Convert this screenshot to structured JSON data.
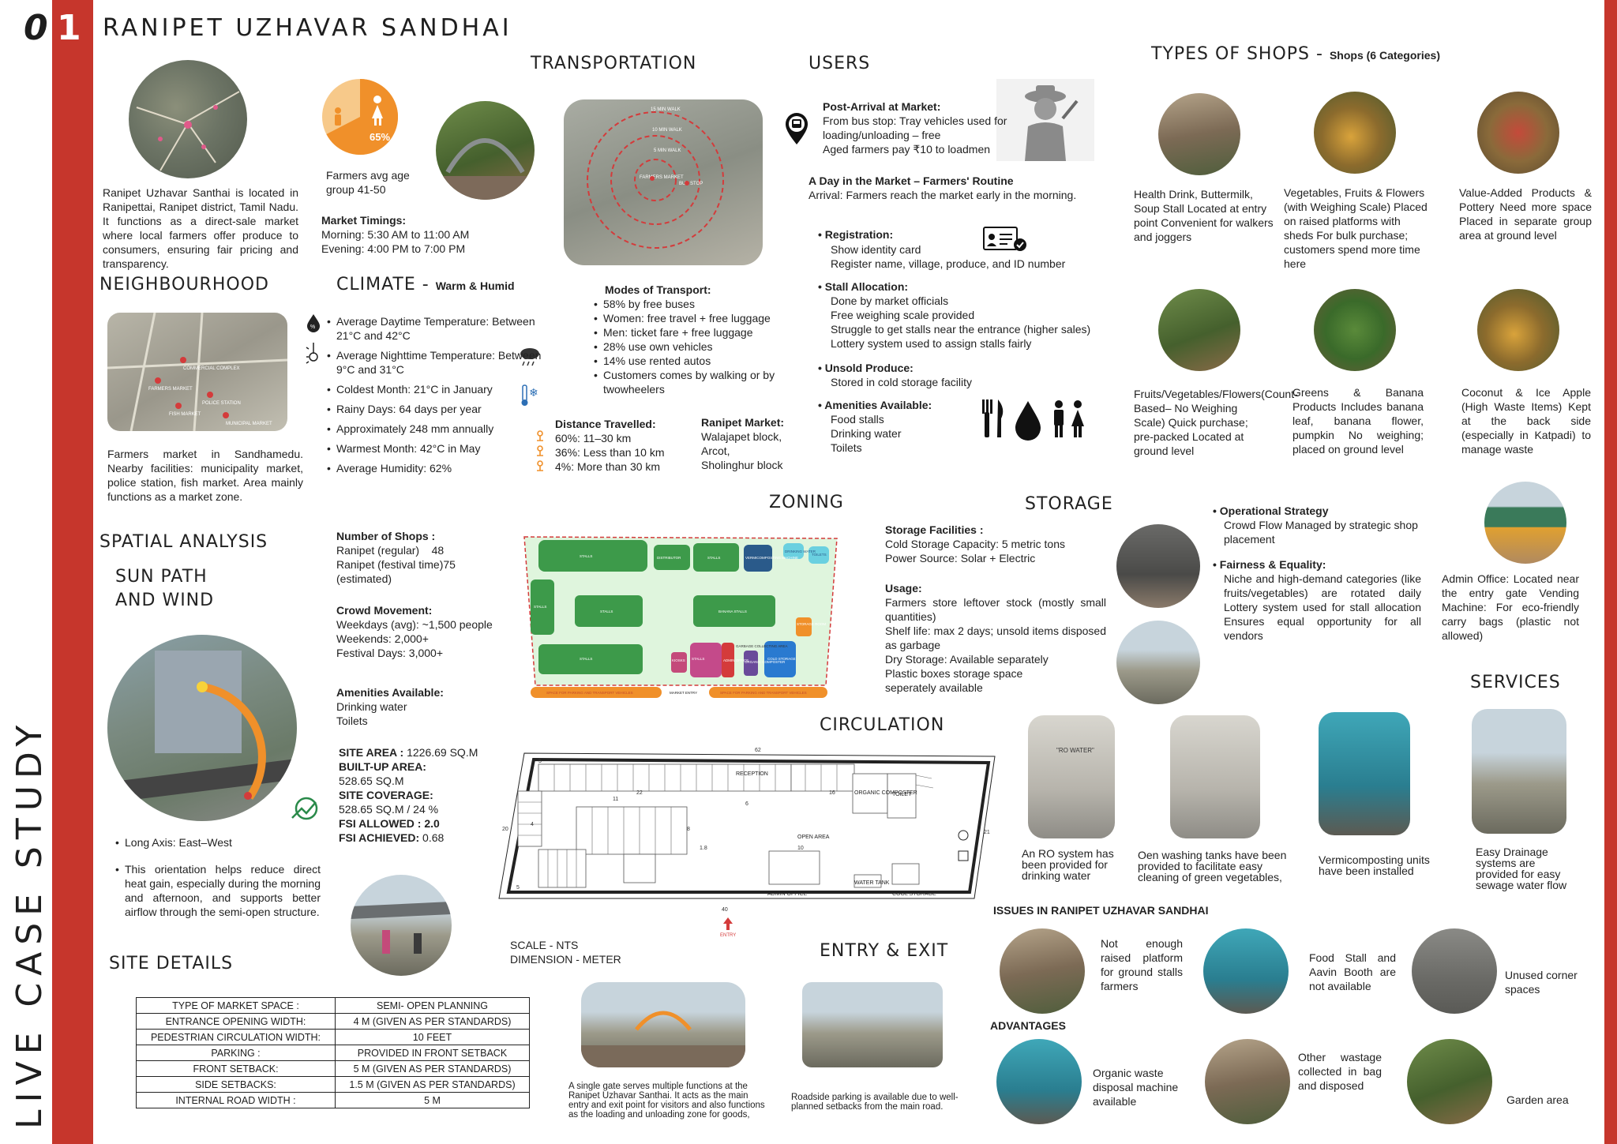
{
  "header": {
    "number": "01",
    "title": "RANIPET UZHAVAR SANDHAI",
    "vertical_title": "LIVE CASE STUDY"
  },
  "location": {
    "text": "Ranipet Uzhavar Santhai is located in Ranipettai, Ranipet district, Tamil Nadu. It functions as a direct-sale market where local farmers offer produce to consumers, ensuring fair pricing and transparency."
  },
  "farmers": {
    "percent": "65%",
    "percent_value": 65,
    "age": "Farmers avg age group 41-50"
  },
  "timings": {
    "heading": "Market Timings:",
    "morning": "Morning: 5:30 AM to 11:00 AM",
    "evening": "Evening: 4:00 PM to 7:00 PM"
  },
  "transportation": {
    "title": "TRANSPORTATION",
    "map_labels": [
      "15 MIN WALK",
      "10 MIN WALK",
      "5 MIN WALK",
      "FARMERS MARKET",
      "BUS STOP"
    ],
    "modes_heading": "Modes of Transport:",
    "modes": [
      "58% by free buses",
      "Women: free travel + free luggage",
      "Men: ticket fare + free luggage",
      "28% use own vehicles",
      "14% use rented autos",
      "Customers comes by walking or by twowheelers"
    ],
    "distance_heading": "Distance Travelled:",
    "distances": [
      "60%: 11–30 km",
      "36%: Less than 10 km",
      "4%: More than 30 km"
    ],
    "ranipet_heading": "Ranipet Market:",
    "ranipet_items": [
      "Walajapet block,",
      "Arcot,",
      "Sholinghur block"
    ]
  },
  "users": {
    "title": "USERS",
    "post_heading": "Post-Arrival at Market:",
    "post_lines": [
      "From bus stop: Tray vehicles used for",
      "loading/unloading – free",
      "Aged farmers pay ₹10 to loadmen"
    ],
    "day_heading": "A Day in the Market – Farmers' Routine",
    "arrival": "Arrival: Farmers reach the market early in the morning.",
    "registration_heading": "Registration:",
    "registration_lines": [
      "Show identity card",
      "Register name, village, produce, and ID number"
    ],
    "stall_heading": "Stall Allocation:",
    "stall_lines": [
      "Done by market officials",
      "Free weighing scale provided",
      "Struggle to get stalls near the entrance (higher sales)",
      "Lottery system used to assign stalls fairly"
    ],
    "unsold_heading": "Unsold Produce:",
    "unsold_lines": [
      "Stored in cold storage facility"
    ],
    "amen_heading": "Amenities Available:",
    "amen_lines": [
      "Food stalls",
      "Drinking water",
      "Toilets"
    ]
  },
  "shops": {
    "title": "TYPES OF SHOPS -",
    "subtitle": "Shops (6 Categories)",
    "items": [
      "Health Drink, Buttermilk, Soup Stall Located at entry point Convenient for walkers and joggers",
      "Vegetables, Fruits & Flowers (with Weighing Scale) Placed on raised platforms with sheds For bulk purchase; customers spend more time here",
      "Value-Added Products & Pottery Need more space Placed in separate group area at ground level",
      "Fruits/Vegetables/Flowers(Count-Based– No Weighing Scale) Quick purchase; pre-packed Located at ground level",
      "Greens & Banana Products Includes banana leaf, banana flower, pumpkin No weighing; placed on ground level",
      "Coconut & Ice Apple (High Waste Items) Kept at the back side (especially in Katpadi) to manage waste"
    ]
  },
  "neighbourhood": {
    "title": "NEIGHBOURHOOD",
    "map_labels": [
      "COMMERCIAL COMPLEX",
      "FARMERS MARKET",
      "POLICE STATION",
      "FISH MARKET",
      "MUNICIPAL MARKET"
    ],
    "text": "Farmers market in Sandhamedu. Nearby facilities: municipality market, police station, fish market. Area mainly functions as a market zone."
  },
  "climate": {
    "title": "CLIMATE -",
    "subtitle": "Warm & Humid",
    "items": [
      "Average Daytime Temperature: Between 21°C and 42°C",
      "Average Nighttime Temperature: Between 9°C and 31°C",
      "Coldest Month: 21°C in January",
      "Rainy Days: 64 days per year",
      "Approximately 248 mm annually",
      "Warmest Month: 42°C in May",
      "Average Humidity: 62%"
    ]
  },
  "spatial": {
    "title": "SPATIAL ANALYSIS",
    "sunpath1": "SUN PATH",
    "sunpath2": "AND WIND",
    "bullets": [
      "Long Axis: East–West",
      "This orientation helps reduce direct heat gain, especially during the morning and afternoon, and supports better airflow through the semi-open structure."
    ]
  },
  "shops_count": {
    "heading": "Number of Shops :",
    "regular_label": "Ranipet (regular)",
    "regular_value": "48",
    "festival_label": "Ranipet (festival time)",
    "festival_value": "75",
    "estimated": "(estimated)",
    "crowd_heading": "Crowd Movement:",
    "crowd_lines": [
      "Weekdays (avg): ~1,500 people",
      "Weekends: 2,000+",
      "Festival Days: 3,000+"
    ],
    "amen_heading": "Amenities Available:",
    "amen_lines": [
      "Drinking water",
      "Toilets"
    ]
  },
  "site_area": {
    "area_label": "SITE AREA :",
    "area_value": "1226.69 SQ.M",
    "built_label": "BUILT-UP AREA:",
    "built_value": "528.65  SQ.M",
    "cov_label": "SITE COVERAGE:",
    "cov_value": "528.65 SQ.M / 24 %",
    "fsi_allowed": "FSI ALLOWED : 2.0",
    "fsi_achieved_label": "FSI ACHIEVED:",
    "fsi_achieved_value": "0.68"
  },
  "zoning": {
    "title": "ZONING",
    "labels": [
      "STALLS",
      "DISTRIBUTOR",
      "STALLS",
      "VERMICOMPOSTING MACHINE",
      "DRINKING WATER",
      "TOILETS",
      "STALLS",
      "STALLS",
      "BANANA STALLS",
      "STALLS",
      "STORAGE ROOM",
      "STALLS",
      "KIOSKS",
      "ADMIN OFFICE",
      "GARBAGE COLLECTING AREA",
      "ORGANIC COMPOSTER",
      "COLD STORAGE",
      "SPACE FOR PARKING AND TRANSPORT VEHICLES",
      "MARKET ENTRY",
      "SPACE FOR PARKING AND TRANSPORT VEHICLES"
    ]
  },
  "storage": {
    "title": "STORAGE",
    "fac_heading": "Storage Facilities :",
    "fac_lines": [
      "Cold Storage Capacity: 5 metric tons",
      "Power Source: Solar + Electric"
    ],
    "usage_heading": "Usage:",
    "usage_lines": [
      "Farmers store leftover stock (mostly small quantities)",
      "Shelf life: max 2 days; unsold items disposed as garbage",
      "Dry Storage: Available separately",
      "Plastic boxes storage space seperately available"
    ]
  },
  "strategy": {
    "op_heading": "Operational Strategy",
    "op_text": "Crowd Flow Managed by strategic shop placement",
    "fair_heading": "Fairness & Equality:",
    "fair_text": "Niche and high-demand categories (like fruits/vegetables) are rotated daily Lottery system used for stall allocation Ensures equal opportunity for all vendors"
  },
  "admin": {
    "text": "Admin Office: Located near the entry gate Vending Machine: For eco-friendly carry bags (plastic not allowed)"
  },
  "services": {
    "title": "SERVICES",
    "items": [
      "An RO system has been provided for drinking water",
      "Oen washing tanks have been provided to facilitate easy cleaning of green vegetables,",
      "Vermicomposting units have been installed",
      "Easy Drainage systems are provided for easy sewage water flow"
    ],
    "ro_sign": "\"RO WATER\""
  },
  "circulation": {
    "title": "CIRCULATION",
    "labels": [
      "RECEPTION",
      "ORGANIC COMPOSTER",
      "TOILET",
      "OPEN AREA",
      "ADMIN OFFICE",
      "WATER TANK",
      "COOL STORAGE",
      "ENTRY"
    ],
    "dims": [
      "62",
      "5",
      "22",
      "16",
      "11",
      "6",
      "4",
      "20",
      "21",
      "8",
      "1.8",
      "10",
      "5",
      "40"
    ],
    "scale": "SCALE - NTS",
    "dimension": "DIMENSION - METER"
  },
  "site_details": {
    "title": "SITE DETAILS",
    "rows": [
      [
        "TYPE OF MARKET SPACE :",
        "SEMI- OPEN PLANNING"
      ],
      [
        "ENTRANCE OPENING WIDTH:",
        "4 M (GIVEN AS PER STANDARDS)"
      ],
      [
        "PEDESTRIAN CIRCULATION WIDTH:",
        "10 FEET"
      ],
      [
        "PARKING :",
        "PROVIDED IN FRONT SETBACK"
      ],
      [
        "FRONT SETBACK:",
        "5 M (GIVEN AS PER STANDARDS)"
      ],
      [
        "SIDE SETBACKS:",
        "1.5 M (GIVEN AS PER STANDARDS)"
      ],
      [
        "INTERNAL ROAD WIDTH :",
        "5 M"
      ]
    ]
  },
  "entry": {
    "title": "ENTRY & EXIT",
    "gate_text": "A single gate serves multiple functions at the Ranipet Uzhavar Santhai. It acts as the main entry and exit point for visitors and also functions as the loading and unloading zone for goods,",
    "parking_text": "Roadside parking is available due to well-planned setbacks from the main road."
  },
  "issues": {
    "title": "ISSUES IN RANIPET UZHAVAR SANDHAI",
    "items": [
      "Not enough raised platform for ground stalls farmers",
      "Food Stall and Aavin Booth are not available",
      "Unused corner spaces"
    ]
  },
  "advantages": {
    "title": "ADVANTAGES",
    "items": [
      "Organic waste disposal machine available",
      "Other wastage collected in bag and disposed",
      "Garden area"
    ]
  },
  "colors": {
    "accent_red": "#c6362c",
    "orange": "#f0902a",
    "zone_green": "#3d9a4a",
    "zone_bg": "#dff5dd"
  },
  "icons": [
    "bus-stop-icon",
    "farmer-icon",
    "id-card-icon",
    "cutlery-icon",
    "water-drop-icon",
    "toilet-icon",
    "thermometer-icon",
    "humidity-icon",
    "rain-cloud-icon",
    "snowflake-icon",
    "wind-icon",
    "location-pin-icon"
  ]
}
